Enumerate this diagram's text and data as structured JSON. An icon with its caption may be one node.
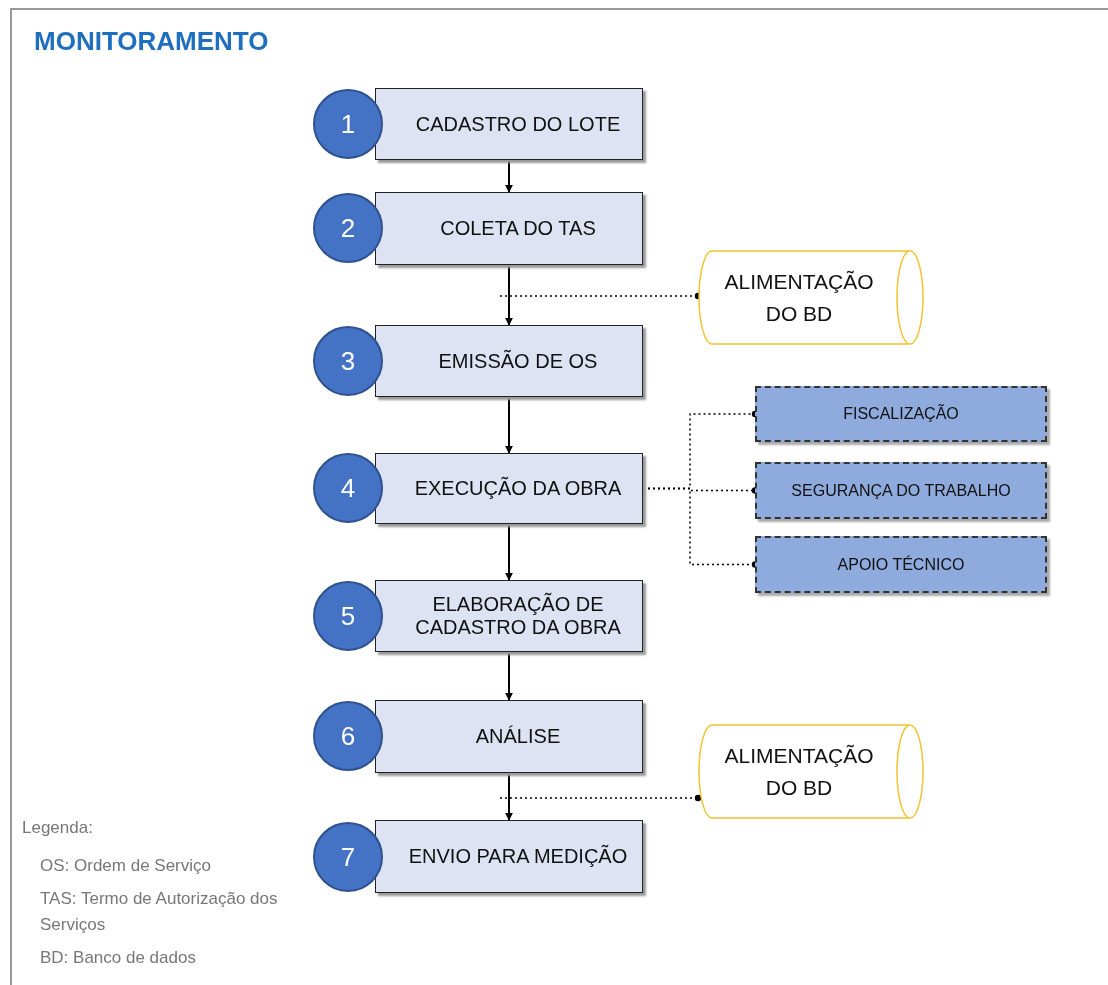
{
  "diagram": {
    "title": "MONITORAMENTO",
    "nodes": [
      {
        "text": [
          "1"
        ]
      },
      {
        "text": [
          "CADASTRO DO LOTE"
        ]
      },
      {
        "text": [
          "2"
        ]
      },
      {
        "text": [
          "COLETA DO TAS"
        ]
      },
      {
        "text": [
          "ALIMENTAÇÃO DO BD"
        ]
      },
      {
        "text": [
          "3"
        ]
      },
      {
        "text": [
          "EMISSÃO DE OS"
        ]
      },
      {
        "text": [
          "4"
        ]
      },
      {
        "text": [
          "EXECUÇÃO DA OBRA"
        ]
      },
      {
        "text": [
          "FISCALIZAÇÃO"
        ]
      },
      {
        "text": [
          "SEGURANÇA DO TRABALHO"
        ]
      },
      {
        "text": [
          "APOIO TÉCNICO"
        ]
      },
      {
        "text": [
          "5"
        ]
      },
      {
        "text": [
          "ELABORAÇÃO DE CADASTRO DA OBRA"
        ]
      },
      {
        "text": [
          "6"
        ]
      },
      {
        "text": [
          "ANÁLISE"
        ]
      },
      {
        "text": [
          "ALIMENTAÇÃO DO BD"
        ]
      },
      {
        "text": [
          "7"
        ]
      },
      {
        "text": [
          "ENVIO PARA MEDIÇÃO"
        ]
      }
    ],
    "edges": [
      {
        "from": 1,
        "to": 3,
        "arrow": "to"
      },
      {
        "from": 3,
        "to": 6,
        "arrow": "to"
      },
      {
        "from": 6,
        "to": 8,
        "arrow": "to"
      },
      {
        "from": 8,
        "to": 13,
        "arrow": "to"
      },
      {
        "from": 13,
        "to": 15,
        "arrow": "to"
      },
      {
        "from": 15,
        "to": 18,
        "arrow": "to"
      },
      {
        "from": null,
        "to": 4,
        "arrow": "other",
        "style": "dashed"
      },
      {
        "from": 8,
        "to": 9,
        "arrow": "other",
        "style": "dashed"
      },
      {
        "from": 8,
        "to": 10,
        "arrow": "other",
        "style": "dashed"
      },
      {
        "from": 8,
        "to": 11,
        "arrow": "other",
        "style": "dashed"
      },
      {
        "from": null,
        "to": 16,
        "arrow": "other",
        "style": "dashed"
      }
    ],
    "labels": [
      "Legenda:",
      "OS:  Ordem de Serviço",
      "TAS: Termo de Autorização dos Serviços",
      "BD:  Banco de dados"
    ]
  }
}
